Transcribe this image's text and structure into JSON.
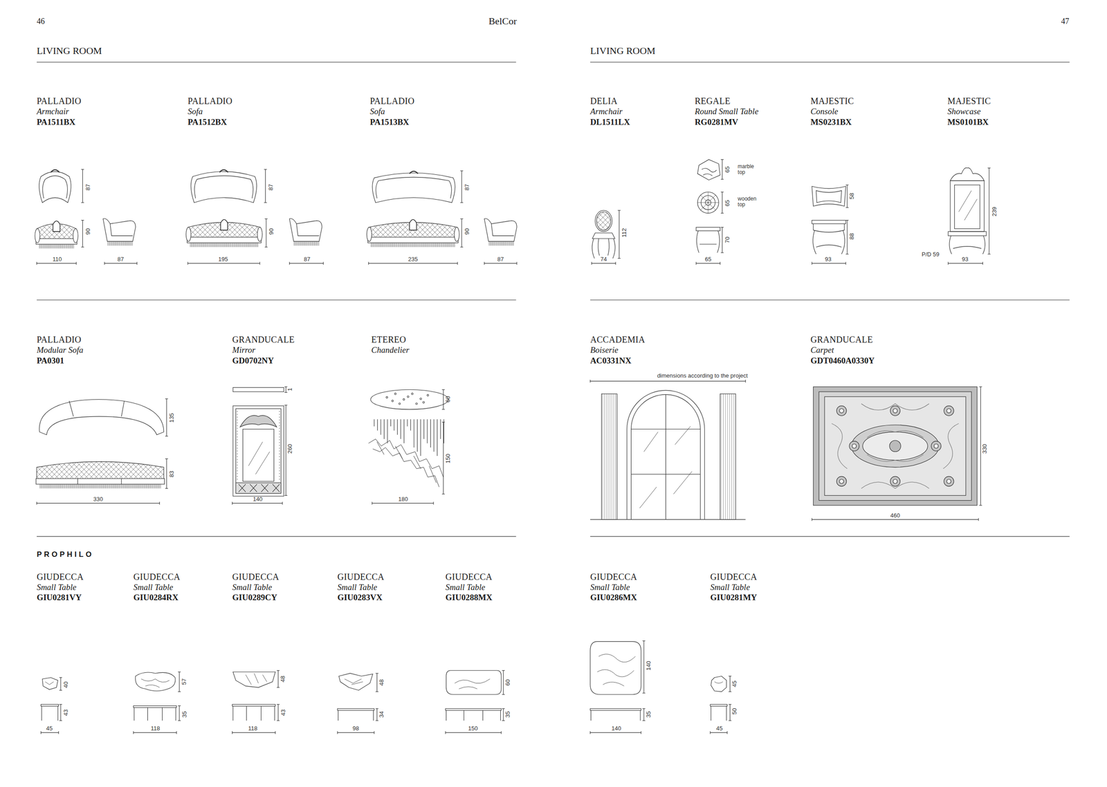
{
  "diagram": {
    "labels": [
      "46",
      "BelCor",
      "47",
      "LIVING ROOM",
      "LIVING ROOM",
      "PALLADIO",
      "Armchair",
      "PA1511BX",
      "PALLADIO",
      "Sofa",
      "PA1512BX",
      "PALLADIO",
      "Sofa",
      "PA1513BX",
      "87",
      "90",
      "110",
      "87",
      "87",
      "90",
      "195",
      "87",
      "87",
      "90",
      "235",
      "87",
      "DELIA",
      "Armchair",
      "DL1511LX",
      "REGALE",
      "Round Small Table",
      "RG0281MV",
      "MAJESTIC",
      "Console",
      "MS0231BX",
      "MAJESTIC",
      "Showcase",
      "MS0101BX",
      "112",
      "74",
      "65",
      "marble top",
      "65",
      "wooden top",
      "70",
      "65",
      "58",
      "88",
      "93",
      "239",
      "P/D 59",
      "93",
      "PALLADIO",
      "Modular Sofa",
      "PA0301",
      "GRANDUCALE",
      "Mirror",
      "GD0702NY",
      "ETEREO",
      "Chandelier",
      "135",
      "83",
      "330",
      "1",
      "260",
      "140",
      "60",
      "150",
      "180",
      "ACCADEMIA",
      "Boiserie",
      "AC0331NX",
      "dimensions according to the project",
      "GRANDUCALE",
      "Carpet",
      "GDT0460A0330Y",
      "330",
      "460",
      "PROPHILO",
      "GIUDECCA",
      "Small Table",
      "GIU0281VY",
      "GIUDECCA",
      "Small Table",
      "GIU0284RX",
      "GIUDECCA",
      "Small Table",
      "GIU0289CY",
      "GIUDECCA",
      "Small Table",
      "GIU0283VX",
      "GIUDECCA",
      "Small Table",
      "GIU0288MX",
      "GIUDECCA",
      "Small Table",
      "GIU0286MX",
      "GIUDECCA",
      "Small Table",
      "GIU0281MY",
      "40",
      "43",
      "45",
      "57",
      "35",
      "118",
      "48",
      "43",
      "118",
      "48",
      "34",
      "98",
      "60",
      "35",
      "150",
      "140",
      "35",
      "140",
      "45",
      "50",
      "45"
    ]
  }
}
